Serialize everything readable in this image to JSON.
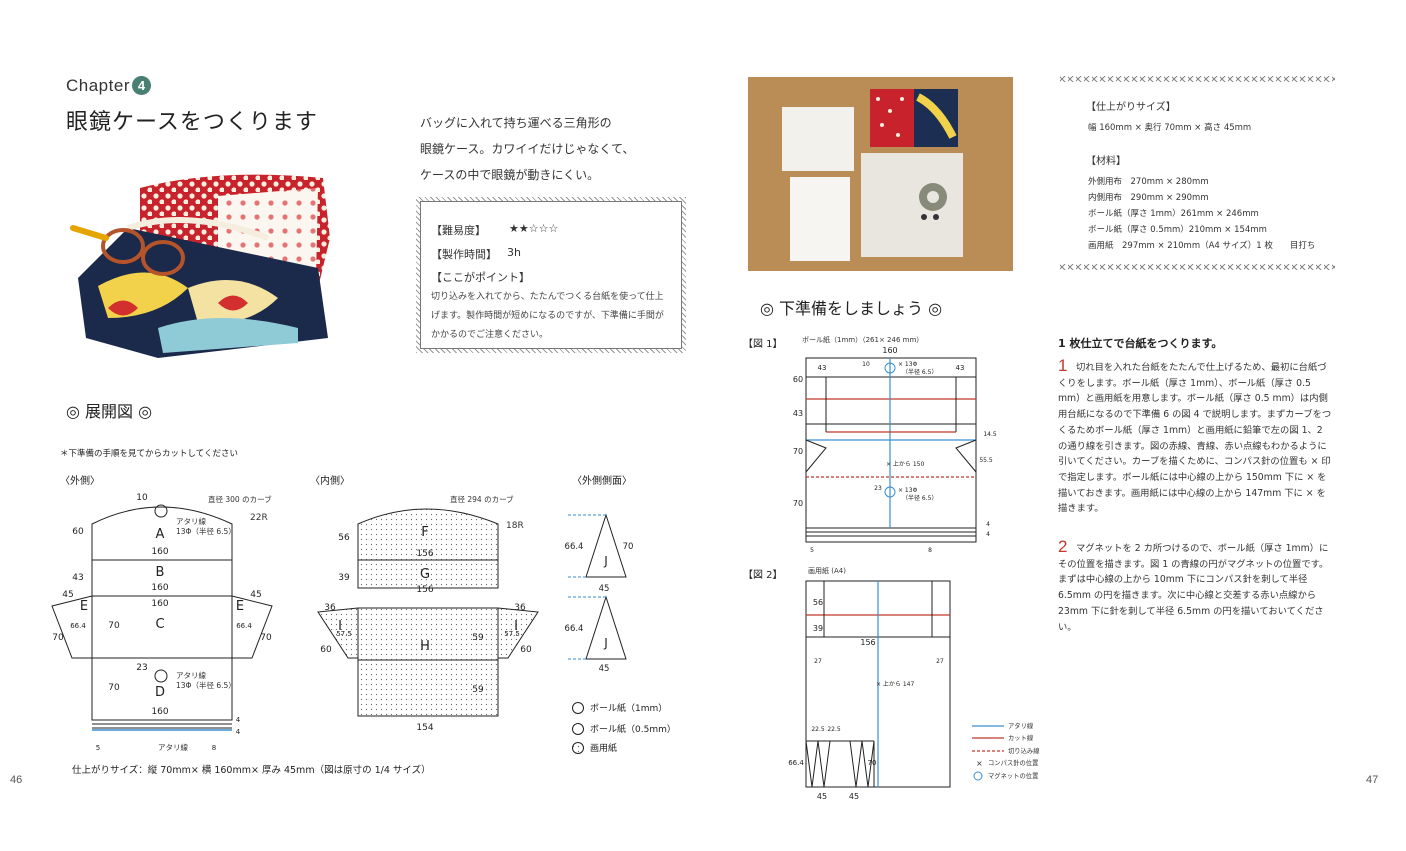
{
  "header": {
    "chapter_word": "Chapter",
    "chapter_number": "4",
    "title": "眼鏡ケースをつくります"
  },
  "intro": [
    "バッグに入れて持ち運べる三角形の",
    "眼鏡ケース。カワイイだけじゃなくて、",
    "ケースの中で眼鏡が動きにくい。"
  ],
  "info_box": {
    "difficulty_label": "【難易度】",
    "difficulty_stars": "★★☆☆☆",
    "time_label": "【製作時間】",
    "time_value": "3h",
    "point_label": "【ここがポイント】",
    "point_text": "切り込みを入れてから、たたんでつくる台紙を使って仕上げます。製作時間が短めになるのですが、下準備に手間がかかるのでご注意ください。"
  },
  "tenkaizu": {
    "title": "◎ 展開図 ◎",
    "note": "＊下準備の手順を見てからカットしてください",
    "outer_label": "〈外側〉",
    "inner_label": "〈内側〉",
    "outer_side_label": "〈外側側面〉",
    "outer_curve": "直径 300 のカーブ",
    "outer_22r": "22R",
    "inner_curve": "直径 294 のカーブ",
    "inner_18r": "18R",
    "atari_line": "アタリ線",
    "atari_circle": "13Φ（半径 6.5）",
    "atari_bottom": "アタリ線",
    "finish_size": "仕上がりサイズ：縦 70mm× 横 160mm× 厚み 45mm（図は原寸の 1/4 サイズ）",
    "legend": [
      "ボール紙（1mm）",
      "ボール紙（0.5mm）",
      "画用紙"
    ],
    "outer_panels": [
      "A",
      "B",
      "C",
      "D",
      "E",
      "E"
    ],
    "inner_panels": [
      "F",
      "G",
      "H",
      "I",
      "I"
    ],
    "side_panels": [
      "J",
      "J"
    ],
    "dims": {
      "d10": "10",
      "d60": "60",
      "d43": "43",
      "d70": "70",
      "d160": "160",
      "d45": "45",
      "d66": "66.4",
      "d23": "23",
      "d4": "4",
      "d5": "5",
      "d8": "8",
      "d56": "56",
      "d39": "39",
      "d156": "156",
      "d36": "36",
      "d575": "57.5",
      "d59": "59",
      "d154": "154"
    }
  },
  "photo": {
    "background": "#b98d55"
  },
  "specs": {
    "size_label": "【仕上がりサイズ】",
    "size_value": "幅 160mm × 奥行 70mm × 高さ 45mm",
    "materials_label": "【材料】",
    "materials": [
      "外側用布　270mm × 280mm",
      "内側用布　290mm × 290mm",
      "ボール紙（厚さ 1mm）261mm × 246mm",
      "ボール紙（厚さ 0.5mm）210mm × 154mm",
      "画用紙　297mm × 210mm（A4 サイズ）1 枚　　目打ち"
    ]
  },
  "preparation": {
    "title": "◎ 下準備をしましょう ◎",
    "fig1_label": "【図 1】",
    "fig1_caption": "ボール紙（1mm）（261× 246 mm）",
    "fig2_label": "【図 2】",
    "fig2_caption": "画用紙 (A4)",
    "fig1_dims": {
      "w160": "160",
      "d43": "43",
      "d10": "10",
      "d60": "60",
      "d70": "70",
      "circle": "× 13Φ",
      "circle_r": "（半径 6.5）",
      "up150": "× 上から 150",
      "d23": "23",
      "d145": "14.5",
      "d555": "55.5",
      "d4": "4",
      "d5": "5",
      "d8": "8"
    },
    "fig2_dims": {
      "d56": "56",
      "d39": "39",
      "d156": "156",
      "d27": "27",
      "up147": "× 上から 147",
      "d225": "22.5",
      "d664": "66.4",
      "d70": "70",
      "d45": "45"
    },
    "legend": [
      {
        "label": "アタリ線",
        "color": "#3a8fd0",
        "style": "solid"
      },
      {
        "label": "カット線",
        "color": "#c0392b",
        "style": "solid"
      },
      {
        "label": "切り込み線",
        "color": "#c0392b",
        "style": "dashed"
      },
      {
        "label": "コンパス針の位置",
        "color": "#333",
        "style": "cross"
      },
      {
        "label": "マグネットの位置",
        "color": "#3a8fd0",
        "style": "circle"
      }
    ]
  },
  "steps": {
    "heading": "1 枚仕立てで台紙をつくります。",
    "step1_num": "1",
    "step1_text": "切れ目を入れた台紙をたたんで仕上げるため、最初に台紙づくりをします。ボール紙（厚さ 1mm）、ボール紙（厚さ 0.5 mm）と画用紙を用意します。ボール紙（厚さ 0.5 mm）は内側用台紙になるので下準備 6 の図 4 で説明します。まずカーブをつくるためボール紙（厚さ 1mm）と画用紙に鉛筆で左の図 1、2 の通り線を引きます。図の赤線、青線、赤い点線もわかるように引いてください。カーブを描くために、コンパス針の位置も × 印で指定します。ボール紙には中心線の上から 150mm 下に × を描いておきます。画用紙には中心線の上から 147mm 下に × を描きます。",
    "step2_num": "2",
    "step2_text": "マグネットを 2 カ所つけるので、ボール紙（厚さ 1mm）にその位置を描きます。図 1 の青線の円がマグネットの位置です。まずは中心線の上から 10mm 下にコンパス針を刺して半径 6.5mm の円を描きます。次に中心線と交差する赤い点線から 23mm 下に針を刺して半径 6.5mm の円を描いておいてください。"
  },
  "page_numbers": {
    "left": "46",
    "right": "47"
  }
}
